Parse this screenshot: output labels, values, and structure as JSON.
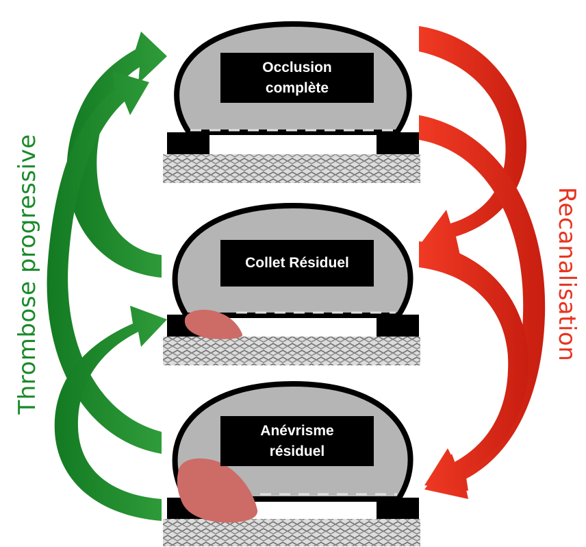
{
  "left_axis_label": "Thrombose progressive",
  "right_axis_label": "Recanalisation",
  "states": [
    {
      "label": "Occlusion\ncomplète"
    },
    {
      "label": "Collet Résiduel"
    },
    {
      "label": "Anévrisme\nrésiduel"
    }
  ],
  "colors": {
    "thrombosis_arrows": "#1f8a2e",
    "recanalisation_arrows": "#e02010",
    "aneurysm_fill": "#b5b5b5",
    "residual_fill": "#cd6b66",
    "label_box": "#000000"
  }
}
